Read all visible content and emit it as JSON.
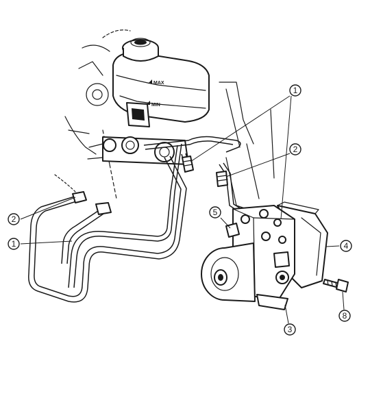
{
  "diagram": {
    "reservoir_marks": [
      "MAX",
      "MIN"
    ],
    "callouts": [
      {
        "id": "c1-top",
        "label": "1"
      },
      {
        "id": "c2-right",
        "label": "2"
      },
      {
        "id": "c2-left",
        "label": "2"
      },
      {
        "id": "c1-left",
        "label": "1"
      },
      {
        "id": "c5",
        "label": "5"
      },
      {
        "id": "c4",
        "label": "4"
      },
      {
        "id": "c3",
        "label": "3"
      },
      {
        "id": "c8",
        "label": "8"
      }
    ]
  }
}
